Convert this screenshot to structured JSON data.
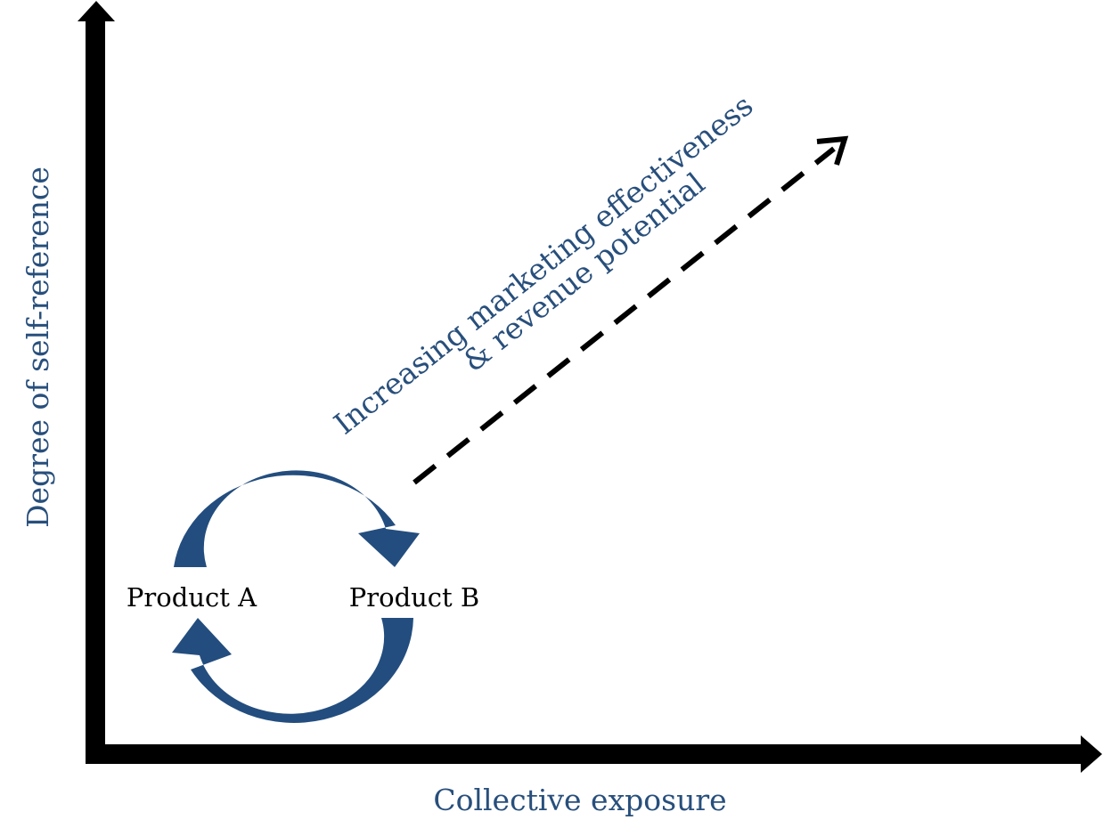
{
  "axes": {
    "y_label": "Degree of self-reference",
    "x_label": "Collective exposure"
  },
  "nodes": {
    "product_a": "Product A",
    "product_b": "Product B"
  },
  "trend": {
    "line1": "Increasing marketing effectiveness",
    "line2": "& revenue potential",
    "style": "dashed"
  },
  "colors": {
    "accent": "#284f7c",
    "axis": "#000000",
    "cycle_arrows": "#234d7e"
  }
}
